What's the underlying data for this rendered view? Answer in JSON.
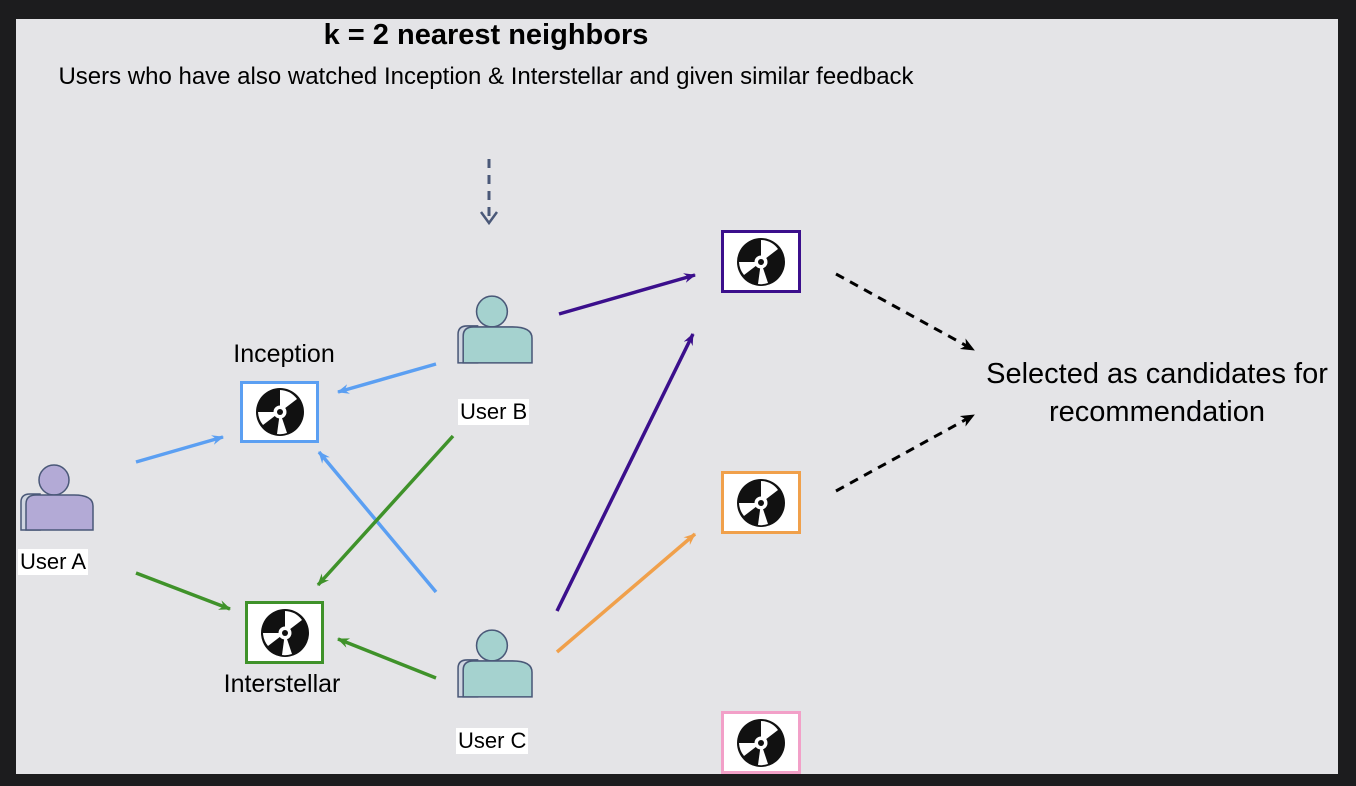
{
  "title": "k = 2 nearest neighbors",
  "subtitle": "Users who have also watched Inception & Interstellar and given similar feedback",
  "candidates_note": "Selected as candidates for recommendation",
  "users": [
    {
      "id": "a",
      "label": "User A",
      "color": "#b3aad6"
    },
    {
      "id": "b",
      "label": "User B",
      "color": "#a5d2cf"
    },
    {
      "id": "c",
      "label": "User C",
      "color": "#a5d2cf"
    }
  ],
  "movies": [
    {
      "id": "inception",
      "label": "Inception",
      "border": "#5b9ff2"
    },
    {
      "id": "interstellar",
      "label": "Interstellar",
      "border": "#3f922a"
    },
    {
      "id": "candidate-purple",
      "label": "",
      "border": "#3b0f8c"
    },
    {
      "id": "candidate-orange",
      "label": "",
      "border": "#f0a04b"
    },
    {
      "id": "candidate-pink",
      "label": "",
      "border": "#f2a0c8"
    }
  ],
  "edge_colors": {
    "blue": "#5b9ff2",
    "green": "#3f922a",
    "purple": "#3b0f8c",
    "orange": "#f0a04b",
    "dashed": "#000000",
    "pointer": "#4a5878"
  },
  "icons": {
    "movie": "film-reel-icon",
    "user": "user-icon"
  }
}
